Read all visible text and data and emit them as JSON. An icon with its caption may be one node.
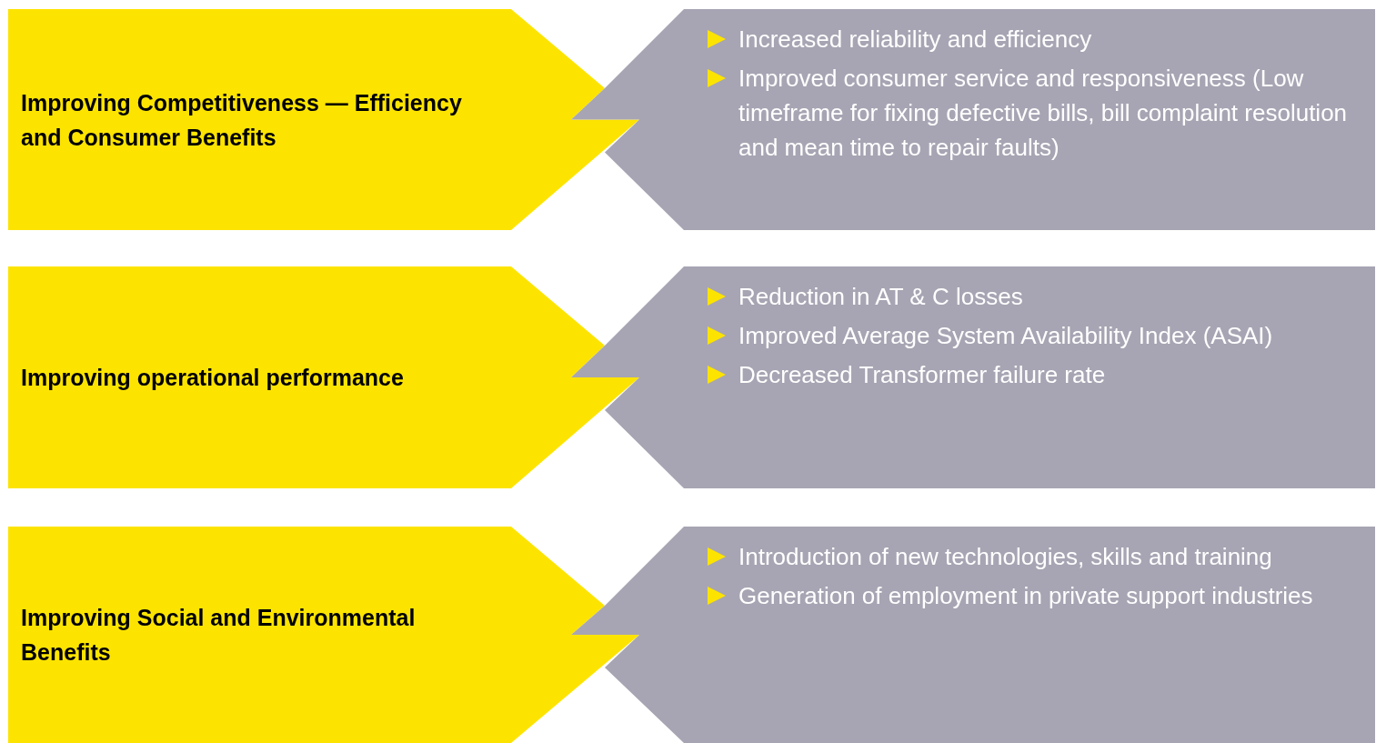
{
  "diagram": {
    "nodes": [
      {
        "text": [
          "Improving Competitiveness — Efficiency and Consumer Benefits"
        ]
      },
      {
        "text": [
          "Increased reliability and efficiency",
          "Improved consumer service and responsiveness (Low timeframe for fixing defective bills, bill complaint resolution and mean time to repair faults)"
        ]
      },
      {
        "text": [
          "Improving operational performance"
        ]
      },
      {
        "text": [
          "Reduction in AT & C losses",
          "Improved Average System Availability Index (ASAI)",
          "Decreased Transformer failure rate"
        ]
      },
      {
        "text": [
          "Improving Social and Environmental Benefits"
        ]
      },
      {
        "text": [
          "Introduction of new technologies, skills and training",
          "Generation of employment in private support industries"
        ]
      }
    ]
  }
}
